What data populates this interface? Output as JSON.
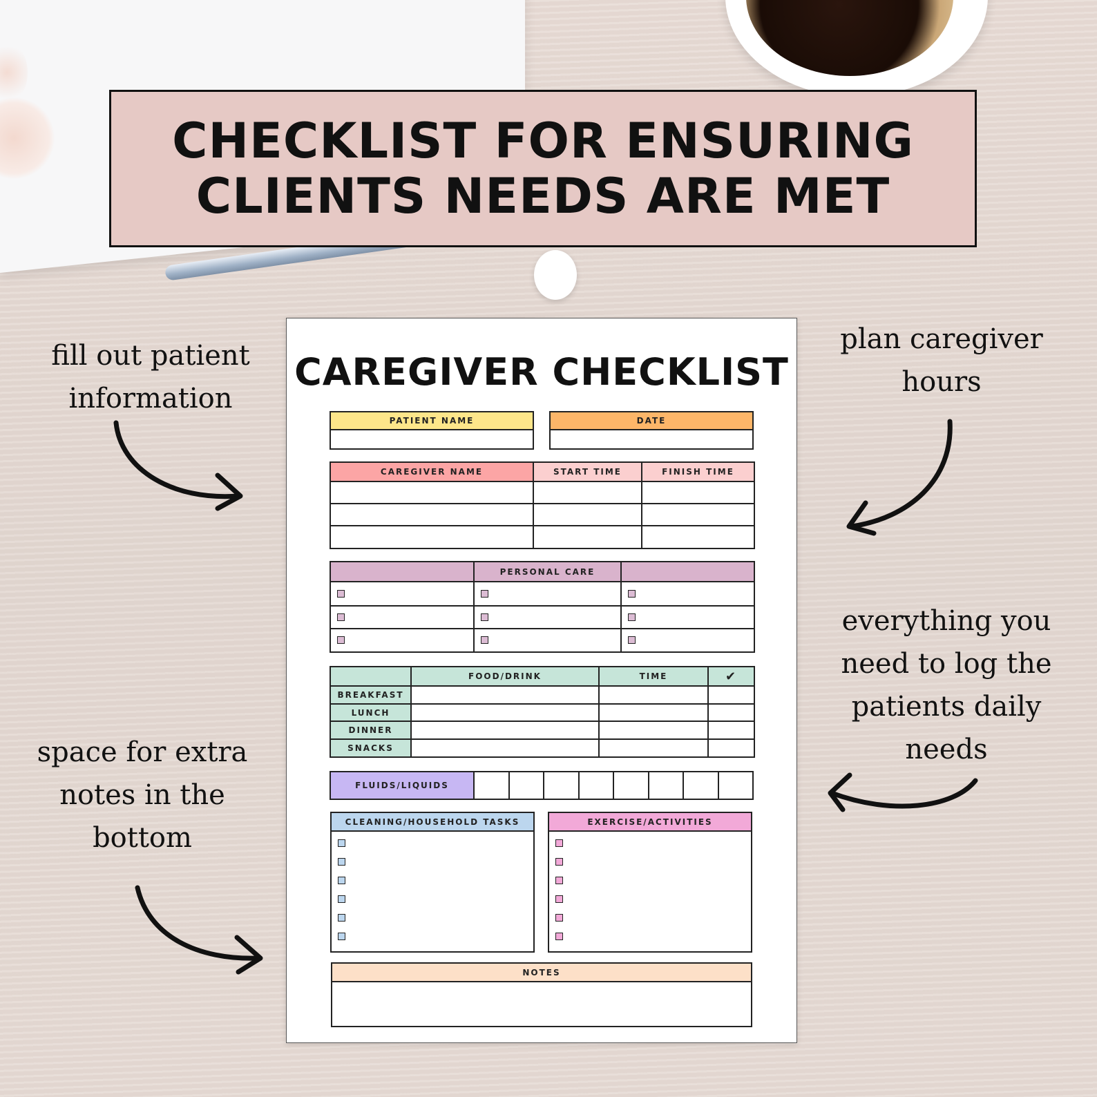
{
  "banner": {
    "line1": "CHECKLIST FOR ENSURING",
    "line2": "CLIENTS NEEDS ARE MET"
  },
  "annotations": {
    "top_left": [
      "fill out patient",
      "information"
    ],
    "top_right": [
      "plan caregiver",
      "hours"
    ],
    "middle_right": [
      "everything you",
      "need to log the",
      "patients daily",
      "needs"
    ],
    "bottom_left": [
      "space for extra",
      "notes in the",
      "bottom"
    ]
  },
  "sheet": {
    "title": "CAREGIVER CHECKLIST",
    "patient_name": "PATIENT NAME",
    "date": "DATE",
    "caregiver_name": "CAREGIVER NAME",
    "start_time": "START TIME",
    "finish_time": "FINISH TIME",
    "personal_care": "PERSONAL CARE",
    "food_drink": "FOOD/DRINK",
    "time": "TIME",
    "check_mark": "✔",
    "meals": [
      "BREAKFAST",
      "LUNCH",
      "DINNER",
      "SNACKS"
    ],
    "fluids": "FLUIDS/LIQUIDS",
    "cleaning": "CLEANING/HOUSEHOLD TASKS",
    "exercise": "EXERCISE/ACTIVITIES",
    "notes": "NOTES"
  },
  "colors": {
    "banner_bg": "#e6c9c5",
    "patient_name": "#fde68a",
    "date": "#fdb669",
    "caregiver_name": "#fca5a5",
    "times": "#fbcfcf",
    "personal_care": "#d9b3cc",
    "food": "#c6e5d9",
    "fluids": "#c7b7f3",
    "cleaning": "#bcd6ee",
    "exercise": "#f2a9d8",
    "notes": "#fde0c8"
  }
}
